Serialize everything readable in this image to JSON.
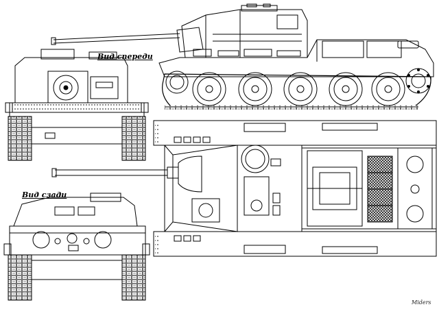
{
  "labels": {
    "front_view": "Вид спереди",
    "rear_view": "Вид сзади"
  },
  "signature": "Miders",
  "colors": {
    "line": "#000000",
    "paper": "#ffffff",
    "mesh": "#1a1a1a"
  }
}
